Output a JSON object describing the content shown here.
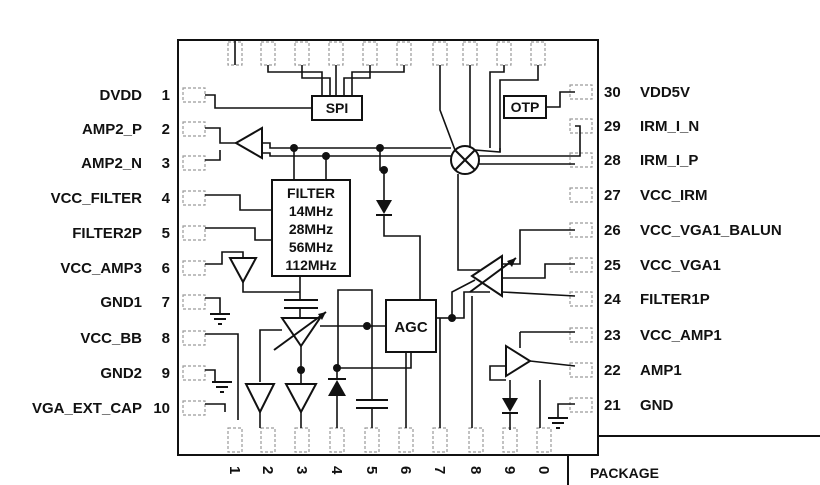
{
  "left_pins": [
    {
      "name": "DVDD",
      "num": "1"
    },
    {
      "name": "AMP2_P",
      "num": "2"
    },
    {
      "name": "AMP2_N",
      "num": "3"
    },
    {
      "name": "VCC_FILTER",
      "num": "4"
    },
    {
      "name": "FILTER2P",
      "num": "5"
    },
    {
      "name": "VCC_AMP3",
      "num": "6"
    },
    {
      "name": "GND1",
      "num": "7"
    },
    {
      "name": "VCC_BB",
      "num": "8"
    },
    {
      "name": "GND2",
      "num": "9"
    },
    {
      "name": "VGA_EXT_CAP",
      "num": "10"
    }
  ],
  "right_pins": [
    {
      "name": "VDD5V",
      "num": "30"
    },
    {
      "name": "IRM_I_N",
      "num": "29"
    },
    {
      "name": "IRM_I_P",
      "num": "28"
    },
    {
      "name": "VCC_IRM",
      "num": "27"
    },
    {
      "name": "VCC_VGA1_BALUN",
      "num": "26"
    },
    {
      "name": "VCC_VGA1",
      "num": "25"
    },
    {
      "name": "FILTER1P",
      "num": "24"
    },
    {
      "name": "VCC_AMP1",
      "num": "23"
    },
    {
      "name": "AMP1",
      "num": "22"
    },
    {
      "name": "GND",
      "num": "21"
    }
  ],
  "bottom_pin_nums": [
    "1",
    "2",
    "3",
    "4",
    "5",
    "6",
    "7",
    "8",
    "9",
    "0"
  ],
  "blocks": {
    "spi": "SPI",
    "otp": "OTP",
    "agc": "AGC",
    "filter_lines": [
      "FILTER",
      "14MHz",
      "28MHz",
      "56MHz",
      "112MHz"
    ]
  },
  "package_label": "PACKAGE",
  "colors": {
    "line": "#111111",
    "pad": "#9a9a9a",
    "background": "#ffffff"
  }
}
